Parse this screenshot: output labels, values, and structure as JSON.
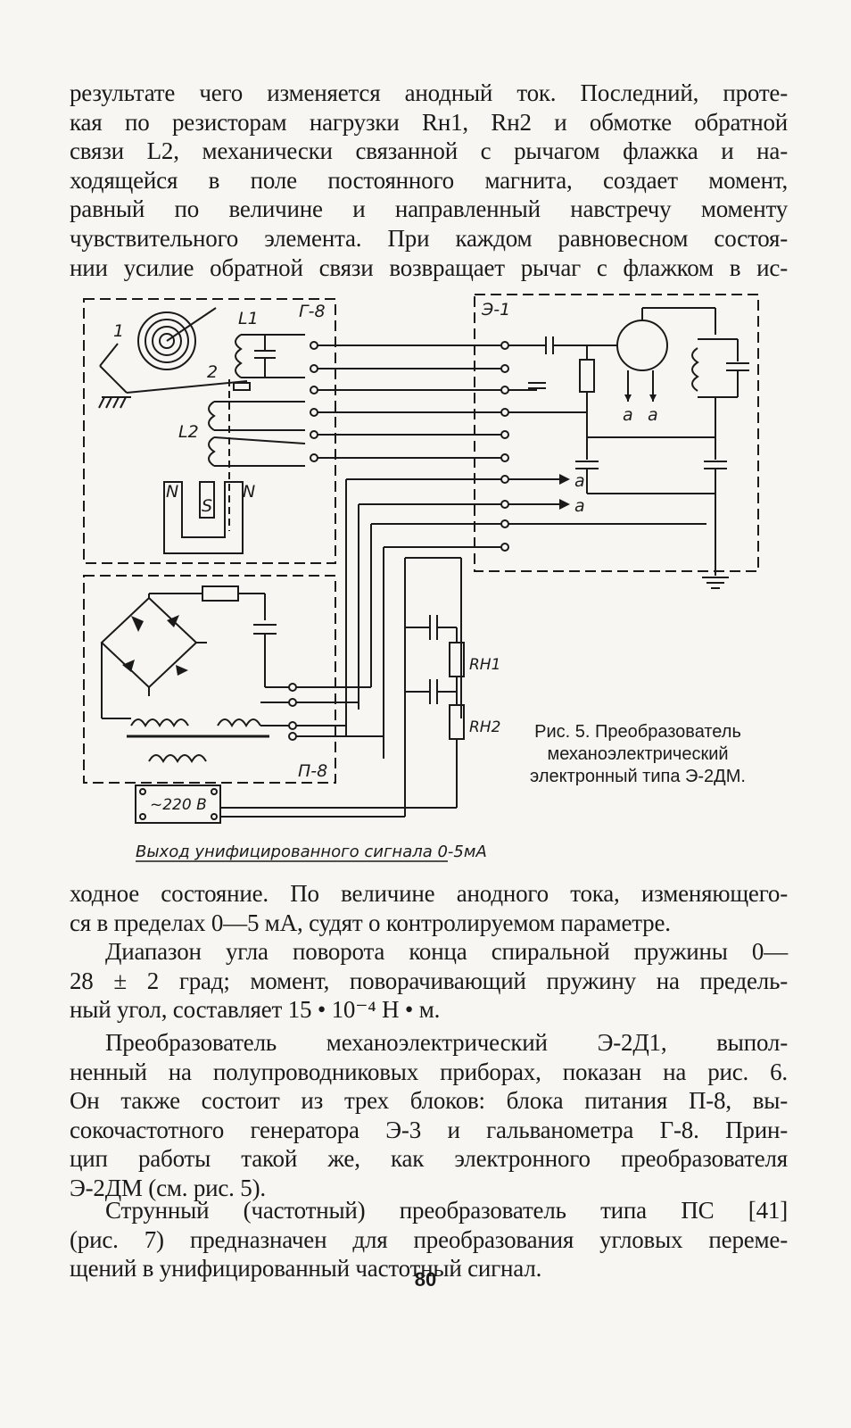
{
  "text_top": {
    "lines": [
      "результате чего изменяется анодный ток. Последний, проте-",
      "кая по резисторам нагрузки Rн1, Rн2 и обмотке обратной",
      "связи L2, механически связанной с рычагом флажка и на-",
      "ходящейся в поле постоянного магнита, создает момент,",
      "равный по величине и направленный навстречу моменту",
      "чувствительного элемента. При каждом равновесном состоя-",
      "нии усилие обратной связи возвращает рычаг с флажком в ис-"
    ]
  },
  "figure": {
    "labels": {
      "block_g8": "Г-8",
      "block_e1": "Э-1",
      "block_p8": "П-8",
      "spring": "1",
      "flag": "2",
      "coil_l1": "L1",
      "coil_l2": "L2",
      "magnet_n1": "N",
      "magnet_s": "S",
      "magnet_n2": "N",
      "out_a1": "a",
      "out_a2": "a",
      "tube_a1": "a",
      "tube_a2": "a",
      "rn1": "RН1",
      "rn2": "RН2",
      "mains": "~220 В",
      "output_caption": "Выход унифицированного сигнала 0-5мА"
    },
    "caption": [
      "Рис. 5. Преобразователь",
      "механоэлектрический",
      "электронный типа Э-2ДМ."
    ]
  },
  "text_bottom": {
    "para1": [
      "ходное состояние. По величине анодного тока, изменяющего-",
      "ся в пределах 0—5 мА, судят о контролируемом параметре."
    ],
    "para2": [
      "Диапазон угла поворота конца спиральной пружины 0—",
      "28 ± 2 град; момент, поворачивающий пружину на предель-",
      "ный угол, составляет 15 • 10⁻⁴ Н • м."
    ],
    "para3": [
      "Преобразователь механоэлектрический Э-2Д1, выпол-",
      "ненный на полупроводниковых приборах, показан на рис. 6.",
      "Он также состоит из трех блоков: блока питания П-8, вы-",
      "сокочастотного генератора Э-3 и гальванометра Г-8. Прин-",
      "цип работы такой же, как электронного преобразователя",
      "Э-2ДМ (см. рис. 5)."
    ],
    "para4": [
      "Струнный (частотный) преобразователь типа ПС [41]",
      "(рис. 7) предназначен для преобразования угловых переме-",
      "щений в унифицированный частотный сигнал."
    ]
  },
  "page_number": "80"
}
